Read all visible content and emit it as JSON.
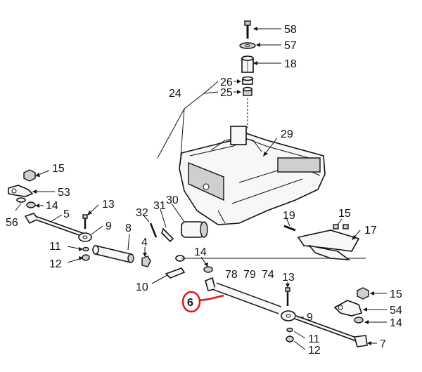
{
  "diagram": {
    "callouts": [
      {
        "id": "58",
        "text": "58"
      },
      {
        "id": "57",
        "text": "57"
      },
      {
        "id": "18",
        "text": "18"
      },
      {
        "id": "26",
        "text": "26"
      },
      {
        "id": "25",
        "text": "25"
      },
      {
        "id": "24",
        "text": "24"
      },
      {
        "id": "29",
        "text": "29"
      },
      {
        "id": "15a",
        "text": "15"
      },
      {
        "id": "53",
        "text": "53"
      },
      {
        "id": "14a",
        "text": "14"
      },
      {
        "id": "56",
        "text": "56"
      },
      {
        "id": "5",
        "text": "5"
      },
      {
        "id": "13a",
        "text": "13"
      },
      {
        "id": "9a",
        "text": "9"
      },
      {
        "id": "11a",
        "text": "11"
      },
      {
        "id": "12a",
        "text": "12"
      },
      {
        "id": "8",
        "text": "8"
      },
      {
        "id": "32",
        "text": "32"
      },
      {
        "id": "31",
        "text": "31"
      },
      {
        "id": "30",
        "text": "30"
      },
      {
        "id": "4",
        "text": "4"
      },
      {
        "id": "10",
        "text": "10"
      },
      {
        "id": "14b",
        "text": "14"
      },
      {
        "id": "78",
        "text": "78"
      },
      {
        "id": "79",
        "text": "79"
      },
      {
        "id": "74",
        "text": "74"
      },
      {
        "id": "19",
        "text": "19"
      },
      {
        "id": "15b",
        "text": "15"
      },
      {
        "id": "17",
        "text": "17"
      },
      {
        "id": "13b",
        "text": "13"
      },
      {
        "id": "6",
        "text": "6"
      },
      {
        "id": "9b",
        "text": "9"
      },
      {
        "id": "15c",
        "text": "15"
      },
      {
        "id": "54",
        "text": "54"
      },
      {
        "id": "14c",
        "text": "14"
      },
      {
        "id": "11b",
        "text": "11"
      },
      {
        "id": "12b",
        "text": "12"
      },
      {
        "id": "7",
        "text": "7"
      }
    ],
    "highlight_color": "#e0141e"
  }
}
